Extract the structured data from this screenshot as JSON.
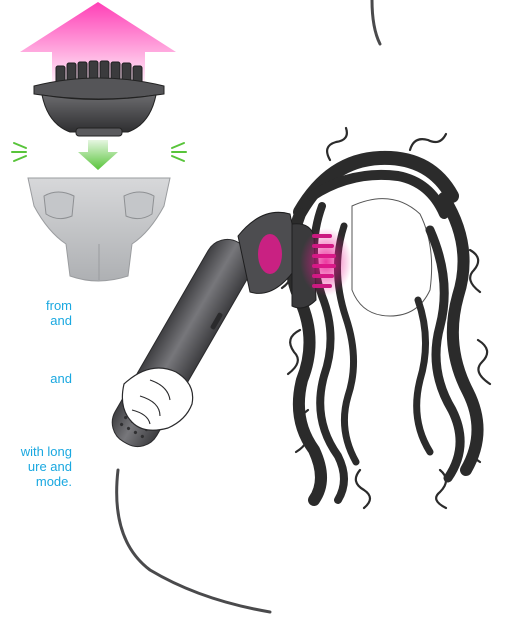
{
  "captions": [
    {
      "line1": "from",
      "line2": "and"
    },
    {
      "line1": "and"
    },
    {
      "line1": "with long",
      "line2": "ure and",
      "line3": "mode."
    }
  ],
  "colors": {
    "heat_arrow": "#ff3fb6",
    "attach_arrow": "#58c43a",
    "caption_text": "#1aa8e0",
    "dryer_body": "#5b5b5e",
    "diffuser_cap": "#4a4a4c",
    "hair": "#2b2b2b",
    "heat_glow": "#e8178f"
  }
}
